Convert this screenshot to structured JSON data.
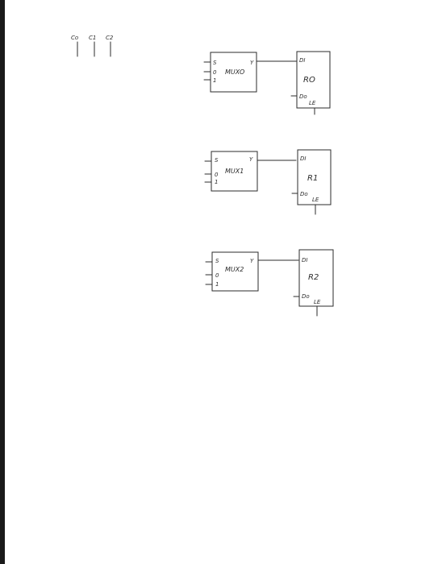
{
  "colors": {
    "ink": "#2b2b2b",
    "paper": "#ffffff",
    "edge": "#1a1a1a"
  },
  "control_signals": [
    "Co",
    "C1",
    "C2"
  ],
  "rows": [
    {
      "mux": {
        "name": "MUXO",
        "sel": "S",
        "in0": "0",
        "in1": "1",
        "out": "Y"
      },
      "reg": {
        "name": "RO",
        "din": "DI",
        "dout": "Do",
        "le": "LE"
      }
    },
    {
      "mux": {
        "name": "MUX1",
        "sel": "S",
        "in0": "0",
        "in1": "1",
        "out": "Y"
      },
      "reg": {
        "name": "R1",
        "din": "DI",
        "dout": "Do",
        "le": "LE"
      }
    },
    {
      "mux": {
        "name": "MUX2",
        "sel": "S",
        "in0": "0",
        "in1": "1",
        "out": "Y"
      },
      "reg": {
        "name": "R2",
        "din": "DI",
        "dout": "Do",
        "le": "LE"
      }
    }
  ]
}
